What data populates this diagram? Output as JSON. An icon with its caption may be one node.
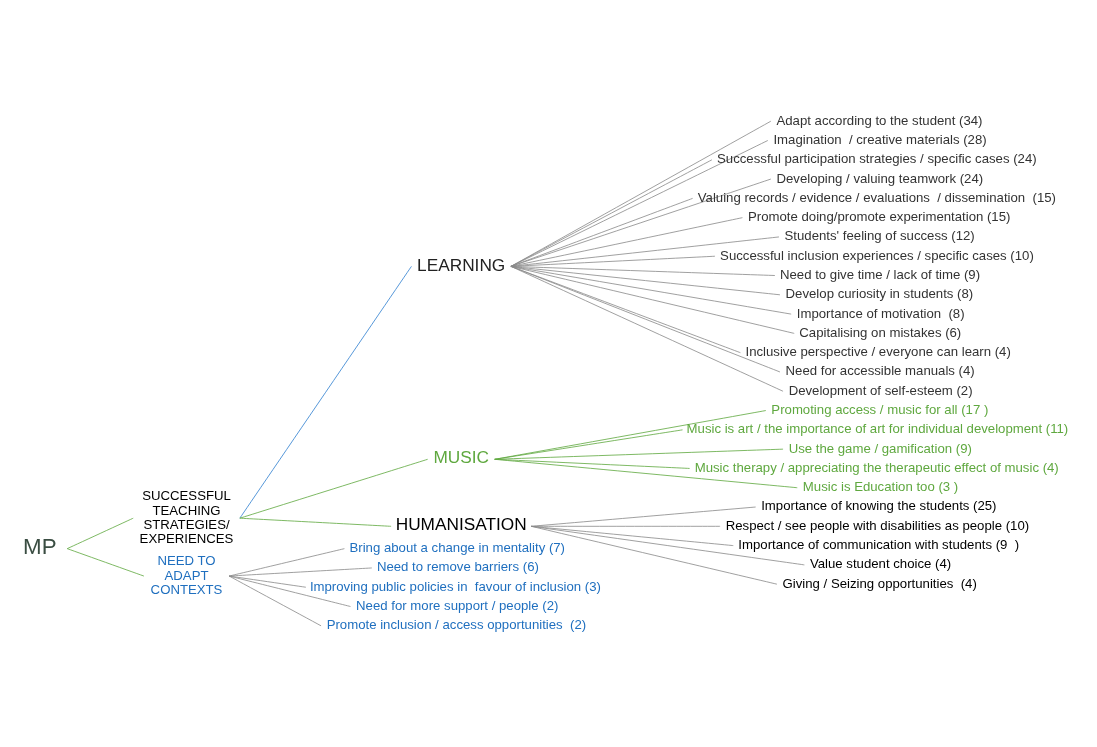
{
  "diagram": {
    "nodes": [
      {
        "text": [
          "MP"
        ]
      },
      {
        "text": [
          "SUCCESSFUL TEACHING STRATEGIES/ EXPERIENCES"
        ]
      },
      {
        "text": [
          "LEARNING"
        ]
      },
      {
        "text": [
          "Adapt according to the student (34)"
        ]
      },
      {
        "text": [
          "Imagination  / creative materials (28)"
        ]
      },
      {
        "text": [
          "Successful participation strategies / specific cases (24)"
        ]
      },
      {
        "text": [
          "Developing / valuing teamwork (24)"
        ]
      },
      {
        "text": [
          "Valuing records / evidence / evaluations  / dissemination  (15)"
        ]
      },
      {
        "text": [
          "Promote doing/promote experimentation (15)"
        ]
      },
      {
        "text": [
          "Students' feeling of success (12)"
        ]
      },
      {
        "text": [
          "Successful inclusion experiences / specific cases (10)"
        ]
      },
      {
        "text": [
          "Need to give time / lack of time (9)"
        ]
      },
      {
        "text": [
          "Develop curiosity in students (8)"
        ]
      },
      {
        "text": [
          "Importance of motivation  (8)"
        ]
      },
      {
        "text": [
          "Capitalising on mistakes (6)"
        ]
      },
      {
        "text": [
          "Inclusive perspective / everyone can learn (4)"
        ]
      },
      {
        "text": [
          "Need for accessible manuals (4)"
        ]
      },
      {
        "text": [
          "Development of self-esteem (2)"
        ]
      },
      {
        "text": [
          "MUSIC"
        ]
      },
      {
        "text": [
          "Promoting access / music for all (17 )"
        ]
      },
      {
        "text": [
          "Music is art / the importance of art for individual development (11)"
        ]
      },
      {
        "text": [
          "Use the game / gamification (9)"
        ]
      },
      {
        "text": [
          "Music therapy / appreciating the therapeutic effect of music (4)"
        ]
      },
      {
        "text": [
          "Music is Education too (3 )"
        ]
      },
      {
        "text": [
          "HUMANISATION"
        ]
      },
      {
        "text": [
          "Importance of knowing the students (25)"
        ]
      },
      {
        "text": [
          "Respect / see people with disabilities as people (10)"
        ]
      },
      {
        "text": [
          "Importance of communication with students (9  )"
        ]
      },
      {
        "text": [
          "Value student choice (4)"
        ]
      },
      {
        "text": [
          "Giving / Seizing opportunities  (4)"
        ]
      },
      {
        "text": [
          "NEED TO ADAPT CONTEXTS"
        ]
      },
      {
        "text": [
          "Bring about a change in mentality (7)"
        ]
      },
      {
        "text": [
          "Need to remove barriers (6)"
        ]
      },
      {
        "text": [
          "Improving public policies in  favour of inclusion (3)"
        ]
      },
      {
        "text": [
          "Need for more support / people (2)"
        ]
      },
      {
        "text": [
          "Promote inclusion / access opportunities  (2)"
        ]
      }
    ],
    "edges": [
      {
        "from": 0,
        "to": 1,
        "arrow": "none",
        "color": "#5fa83f"
      },
      {
        "from": 0,
        "to": 30,
        "arrow": "none",
        "color": "#5fa83f"
      },
      {
        "from": 1,
        "to": 2,
        "arrow": "none",
        "color": "#2f7fd0"
      },
      {
        "from": 1,
        "to": 18,
        "arrow": "none",
        "color": "#5fa83f"
      },
      {
        "from": 1,
        "to": 24,
        "arrow": "none",
        "color": "#5fa83f"
      },
      {
        "from": 2,
        "to": 3,
        "arrow": "none"
      },
      {
        "from": 2,
        "to": 4,
        "arrow": "none"
      },
      {
        "from": 2,
        "to": 5,
        "arrow": "none"
      },
      {
        "from": 2,
        "to": 6,
        "arrow": "none"
      },
      {
        "from": 2,
        "to": 7,
        "arrow": "none"
      },
      {
        "from": 2,
        "to": 8,
        "arrow": "none"
      },
      {
        "from": 2,
        "to": 9,
        "arrow": "none"
      },
      {
        "from": 2,
        "to": 10,
        "arrow": "none"
      },
      {
        "from": 2,
        "to": 11,
        "arrow": "none"
      },
      {
        "from": 2,
        "to": 12,
        "arrow": "none"
      },
      {
        "from": 2,
        "to": 13,
        "arrow": "none"
      },
      {
        "from": 2,
        "to": 14,
        "arrow": "none"
      },
      {
        "from": 2,
        "to": 15,
        "arrow": "none"
      },
      {
        "from": 2,
        "to": 16,
        "arrow": "none"
      },
      {
        "from": 2,
        "to": 17,
        "arrow": "none"
      },
      {
        "from": 18,
        "to": 19,
        "arrow": "none",
        "color": "#5fa83f"
      },
      {
        "from": 18,
        "to": 20,
        "arrow": "none",
        "color": "#5fa83f"
      },
      {
        "from": 18,
        "to": 21,
        "arrow": "none",
        "color": "#5fa83f"
      },
      {
        "from": 18,
        "to": 22,
        "arrow": "none",
        "color": "#5fa83f"
      },
      {
        "from": 18,
        "to": 23,
        "arrow": "none",
        "color": "#5fa83f"
      },
      {
        "from": 24,
        "to": 25,
        "arrow": "none"
      },
      {
        "from": 24,
        "to": 26,
        "arrow": "none"
      },
      {
        "from": 24,
        "to": 27,
        "arrow": "none"
      },
      {
        "from": 24,
        "to": 28,
        "arrow": "none"
      },
      {
        "from": 24,
        "to": 29,
        "arrow": "none"
      },
      {
        "from": 30,
        "to": 31,
        "arrow": "none"
      },
      {
        "from": 30,
        "to": 32,
        "arrow": "none"
      },
      {
        "from": 30,
        "to": 33,
        "arrow": "none"
      },
      {
        "from": 30,
        "to": 34,
        "arrow": "none"
      },
      {
        "from": 30,
        "to": 35,
        "arrow": "none"
      }
    ]
  }
}
